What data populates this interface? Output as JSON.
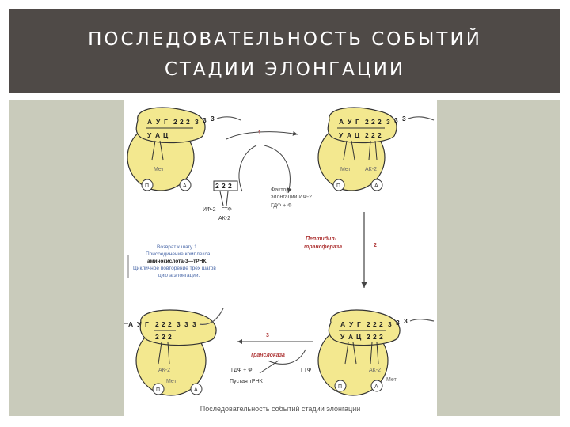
{
  "slide": {
    "title_line1": "ПОСЛЕДОВАТЕЛЬНОСТЬ СОБЫТИЙ",
    "title_line2": "СТАДИИ ЭЛОНГАЦИИ",
    "caption": "Последовательность событий стадии элонгации"
  },
  "colors": {
    "header_bg": "#4f4a47",
    "side_panel": "#c9cbbb",
    "ribosome_fill": "#f3e88f",
    "step_label_red": "#b03a3a",
    "note_blue": "#4a68a8"
  },
  "diagram": {
    "codons_top": [
      "А",
      "У",
      "Г",
      "2",
      "2",
      "2",
      "3",
      "3",
      "3"
    ],
    "anticodon_uac": [
      "У",
      "А",
      "Ц"
    ],
    "anticodon_222": [
      "2",
      "2",
      "2"
    ],
    "met": "Мет",
    "ak2": "АК-2",
    "site_p": "П",
    "site_a": "А",
    "step1": "1",
    "step2": "2",
    "step3": "3",
    "factor_label": "Фактор",
    "factor_line2": "элонгации ИФ-2",
    "gdp_plus_f": "ГДФ + Ф",
    "if2_gtp": "ИФ-2—ГТФ",
    "peptidyl_1": "Пептидил-",
    "peptidyl_2": "трансфераза",
    "translocase": "Транслоказа",
    "gdp_f": "ГДФ + Ф",
    "gtp": "ГТФ",
    "empty_trna": "Пустая тРНК",
    "return_1": "Возврат к шагу 1.",
    "return_2": "Присоединение комплекса",
    "return_3": "аминокислота-3—тРНК.",
    "return_4": "Цикличное повторение трех шагов",
    "return_5": "цикла элонгации."
  }
}
